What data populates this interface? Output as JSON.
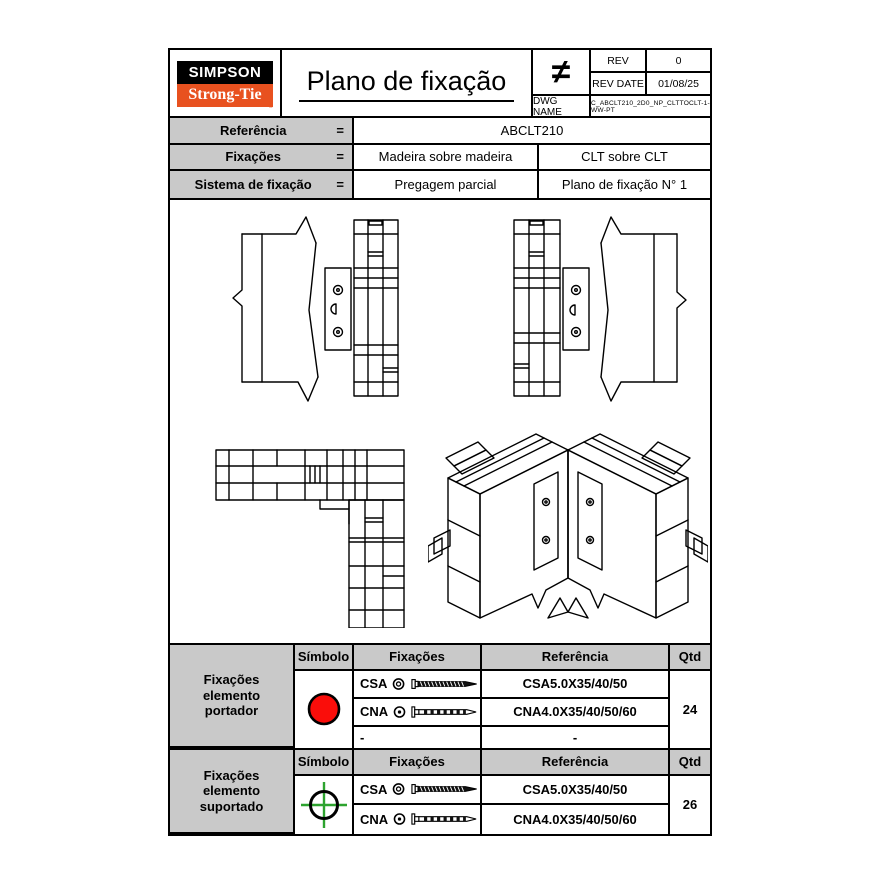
{
  "colors": {
    "orange": "#E8511F",
    "gray": "#C9C9C9",
    "red": "#FA0D0A",
    "green": "#2DA32F"
  },
  "header": {
    "logo": {
      "line1": "SIMPSON",
      "line2": "Strong-Tie",
      "registered": "®"
    },
    "title": "Plano de fixação",
    "rev": {
      "projection_symbol": "≠",
      "rows": [
        {
          "label": "REV",
          "value": "0"
        },
        {
          "label": "REV DATE",
          "value": "01/08/25"
        }
      ],
      "dwg_label": "DWG NAME",
      "dwg_value": "C_ABCLT210_2D0_NP_CLTTOCLT-1-WW-PT"
    }
  },
  "info": {
    "rows": [
      {
        "label": "Referência",
        "eq": "=",
        "values": [
          "ABCLT210"
        ]
      },
      {
        "label": "Fixações",
        "eq": "=",
        "values": [
          "Madeira sobre madeira",
          "CLT sobre CLT"
        ]
      },
      {
        "label": "Sistema de fixação",
        "eq": "=",
        "values": [
          "Pregagem parcial",
          "Plano de fixação N° 1"
        ]
      }
    ]
  },
  "fix_tables": [
    {
      "row_label": "Fixações elemento portador",
      "headers": {
        "symbol": "Símbolo",
        "fixings": "Fixações",
        "reference": "Referência",
        "qty": "Qtd"
      },
      "symbol": "red-filled-circle",
      "rows": [
        {
          "code": "CSA",
          "fastener": "screw",
          "reference": "CSA5.0X35/40/50"
        },
        {
          "code": "CNA",
          "fastener": "ring-nail",
          "reference": "CNA4.0X35/40/50/60"
        },
        {
          "code": "-",
          "fastener": "none",
          "reference": "-"
        }
      ],
      "qty": "24"
    },
    {
      "row_label": "Fixações elemento suportado",
      "headers": {
        "symbol": "Símbolo",
        "fixings": "Fixações",
        "reference": "Referência",
        "qty": "Qtd"
      },
      "symbol": "green-crosshair-circle",
      "rows": [
        {
          "code": "CSA",
          "fastener": "screw",
          "reference": "CSA5.0X35/40/50"
        },
        {
          "code": "CNA",
          "fastener": "ring-nail",
          "reference": "CNA4.0X35/40/50/60"
        }
      ],
      "qty": "26"
    }
  ]
}
